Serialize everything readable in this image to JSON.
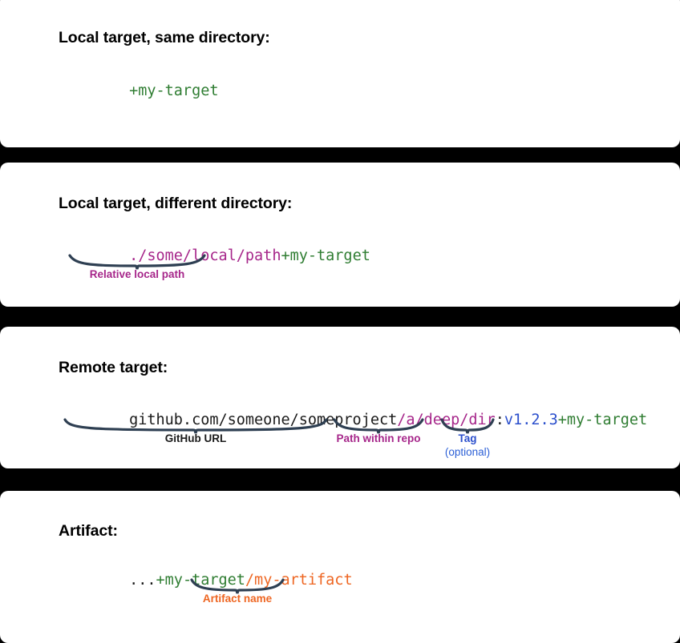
{
  "colors": {
    "background": "#000000",
    "panel": "#ffffff",
    "target_green": "#2f7d32",
    "path_magenta": "#a6268a",
    "tag_blue": "#2b4fcc",
    "artifact_orange": "#ee6622",
    "plain_black": "#1a1a1a",
    "brace_slate": "#2e3f52"
  },
  "panels": [
    {
      "id": "local-same-directory",
      "heading": "Local target, same directory:",
      "code_tokens": [
        {
          "text": "+my-target",
          "color_key": "target_green",
          "name": "target-token"
        }
      ],
      "annotations": []
    },
    {
      "id": "local-different-directory",
      "heading": "Local target, different directory:",
      "code_tokens": [
        {
          "text": "./some/local/path",
          "color_key": "path_magenta",
          "name": "relative-path-token"
        },
        {
          "text": "+my-target",
          "color_key": "target_green",
          "name": "target-token"
        }
      ],
      "annotations": [
        {
          "label": "Relative local path",
          "sublabel": "",
          "color_key": "path_magenta",
          "name": "relative-local-path-annotation"
        }
      ]
    },
    {
      "id": "remote-target",
      "heading": "Remote target:",
      "code_tokens": [
        {
          "text": "github.com/someone/someproject",
          "color_key": "plain_black",
          "name": "github-url-token"
        },
        {
          "text": "/a/deep/dir",
          "color_key": "path_magenta",
          "name": "repo-path-token"
        },
        {
          "text": ":",
          "color_key": "plain_black",
          "name": "colon-separator"
        },
        {
          "text": "v1.2.3",
          "color_key": "tag_blue",
          "name": "tag-token"
        },
        {
          "text": "+my-target",
          "color_key": "target_green",
          "name": "target-token"
        }
      ],
      "annotations": [
        {
          "label": "GitHub URL",
          "sublabel": "",
          "color_key": "plain_black",
          "name": "github-url-annotation"
        },
        {
          "label": "Path within repo",
          "sublabel": "",
          "color_key": "path_magenta",
          "name": "path-within-repo-annotation"
        },
        {
          "label": "Tag",
          "sublabel": "(optional)",
          "color_key": "tag_blue",
          "name": "tag-annotation"
        }
      ]
    },
    {
      "id": "artifact",
      "heading": "Artifact:",
      "code_tokens": [
        {
          "text": "...",
          "color_key": "plain_black",
          "name": "ellipsis-token"
        },
        {
          "text": "+my-target",
          "color_key": "target_green",
          "name": "target-token"
        },
        {
          "text": "/my-artifact",
          "color_key": "artifact_orange",
          "name": "artifact-token"
        }
      ],
      "annotations": [
        {
          "label": "Artifact name",
          "sublabel": "",
          "color_key": "artifact_orange",
          "name": "artifact-name-annotation"
        }
      ]
    }
  ]
}
